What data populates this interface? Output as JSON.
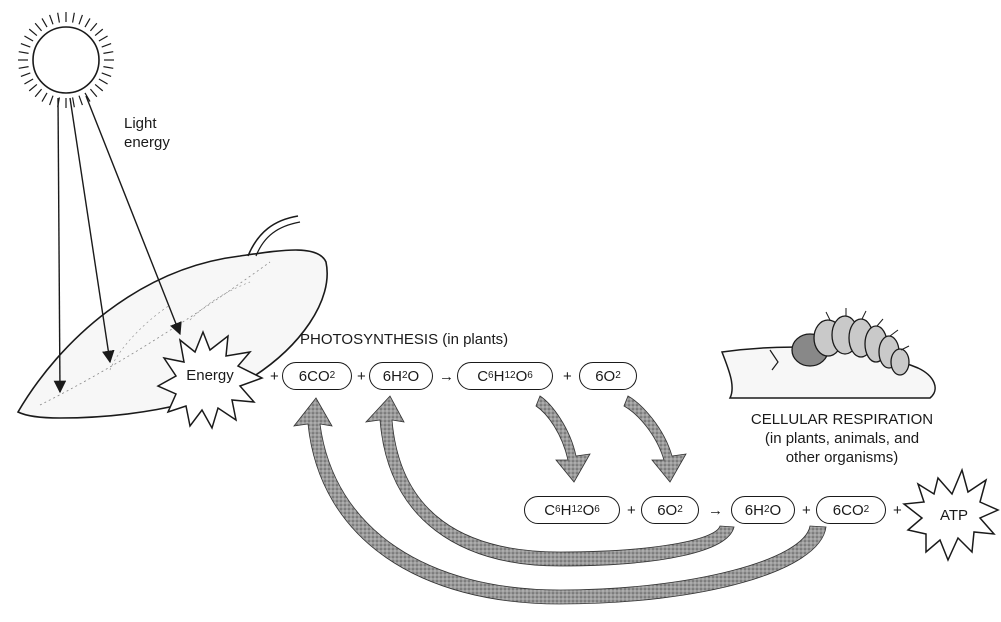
{
  "labels": {
    "light_energy": [
      "Light",
      "energy"
    ],
    "photosynthesis": "PHOTOSYNTHESIS (in plants)",
    "respiration": [
      "CELLULAR RESPIRATION",
      "(in plants, animals, and",
      "other organisms)"
    ],
    "energy": "Energy",
    "atp": "ATP"
  },
  "photosynthesis_equation": {
    "reactants": [
      {
        "coef": "6",
        "parts": [
          [
            "CO",
            "2"
          ]
        ]
      },
      {
        "coef": "6",
        "parts": [
          [
            "H",
            "2"
          ],
          [
            "O",
            ""
          ]
        ]
      }
    ],
    "products": [
      {
        "coef": "",
        "parts": [
          [
            "C",
            "6"
          ],
          [
            "H",
            "12"
          ],
          [
            "O",
            "6"
          ]
        ]
      },
      {
        "coef": "6",
        "parts": [
          [
            "O",
            "2"
          ]
        ]
      }
    ]
  },
  "respiration_equation": {
    "reactants": [
      {
        "coef": "",
        "parts": [
          [
            "C",
            "6"
          ],
          [
            "H",
            "12"
          ],
          [
            "O",
            "6"
          ]
        ]
      },
      {
        "coef": "6",
        "parts": [
          [
            "O",
            "2"
          ]
        ]
      }
    ],
    "products": [
      {
        "coef": "6",
        "parts": [
          [
            "H",
            "2"
          ],
          [
            "O",
            ""
          ]
        ]
      },
      {
        "coef": "6",
        "parts": [
          [
            "CO",
            "2"
          ]
        ]
      }
    ]
  },
  "operators": {
    "plus": "+",
    "yields": "→"
  }
}
